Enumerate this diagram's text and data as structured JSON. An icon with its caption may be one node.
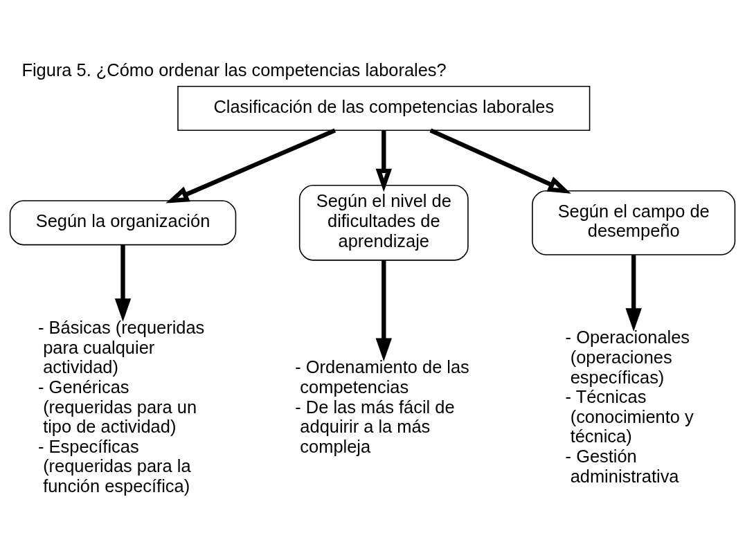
{
  "diagram": {
    "title": "Figura 5. ¿Cómo ordenar las competencias laborales?",
    "nodes": [
      {
        "text": [
          "Clasificación de las competencias laborales"
        ]
      },
      {
        "text": [
          "Según la organización"
        ]
      },
      {
        "text": [
          "Según el nivel de dificultades de aprendizaje"
        ]
      },
      {
        "text": [
          "Según el campo de desempeño"
        ]
      },
      {
        "text": [
          "- Básicas (requeridas para cualquier actividad)",
          "- Genéricas (requeridas para un tipo de actividad)",
          "- Específicas (requeridas para la función específica)"
        ]
      },
      {
        "text": [
          "- Ordenamiento de las competencias",
          "- De las más fácil de adquirir a la más compleja"
        ]
      },
      {
        "text": [
          "- Operacionales (operaciones específicas)",
          "- Técnicas (conocimiento y técnica)",
          "- Gestión administrativa"
        ]
      }
    ],
    "edges": [
      {
        "from": 0,
        "to": 1,
        "arrow": "to"
      },
      {
        "from": 0,
        "to": 2,
        "arrow": "to"
      },
      {
        "from": 0,
        "to": 3,
        "arrow": "to"
      },
      {
        "from": 1,
        "to": 4,
        "arrow": "to",
        "color": "#000000"
      },
      {
        "from": 2,
        "to": 5,
        "arrow": "to",
        "color": "#000000"
      },
      {
        "from": 3,
        "to": 6,
        "arrow": "to",
        "color": "#000000"
      }
    ]
  }
}
